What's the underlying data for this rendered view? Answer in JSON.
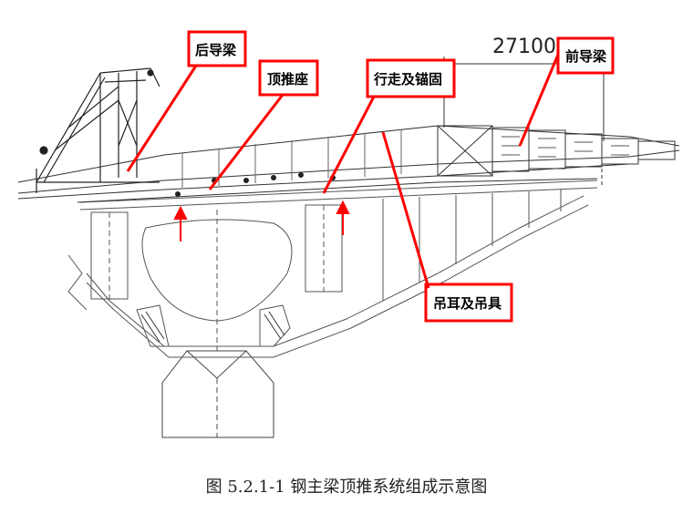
{
  "labels": {
    "rear_nose": "后导梁",
    "jacking_seat": "顶推座",
    "walking_anchoring": "行走及锚固",
    "front_nose": "前导梁",
    "lifting_lugs": "吊耳及吊具"
  },
  "dimension": "27100",
  "caption": "图 5.2.1-1  钢主梁顶推系统组成示意图",
  "colors": {
    "callout_red": "#ff0000",
    "line_dark": "#222222",
    "line_light": "#777777"
  }
}
